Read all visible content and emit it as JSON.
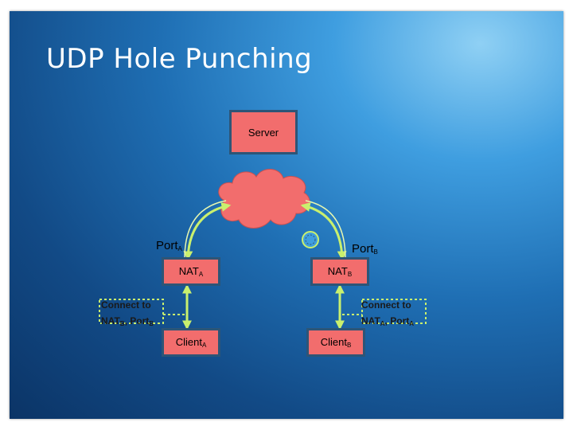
{
  "title": "UDP Hole Punching",
  "server": {
    "label": "Server"
  },
  "nat_a": {
    "label": "NAT",
    "sub": "A",
    "port_label": "Port",
    "port_sub": "A"
  },
  "nat_b": {
    "label": "NAT",
    "sub": "B",
    "port_label": "Port",
    "port_sub": "B"
  },
  "client_a": {
    "label": "Client",
    "sub": "A"
  },
  "client_b": {
    "label": "Client",
    "sub": "B"
  },
  "note_left": {
    "line1": "Connect to",
    "line2_a": "NAT",
    "line2_a_sub": "B",
    "line2_b": ", Port",
    "line2_b_sub": "B"
  },
  "note_right": {
    "line1": "Connect to",
    "line2_a": "NAT",
    "line2_a_sub": "A",
    "line2_b": ", Port",
    "line2_b_sub": "A"
  },
  "colors": {
    "box_fill": "#f26d6d",
    "box_border": "#2d5577",
    "link": "#c9f06e",
    "cloud": "#f26d6d"
  }
}
